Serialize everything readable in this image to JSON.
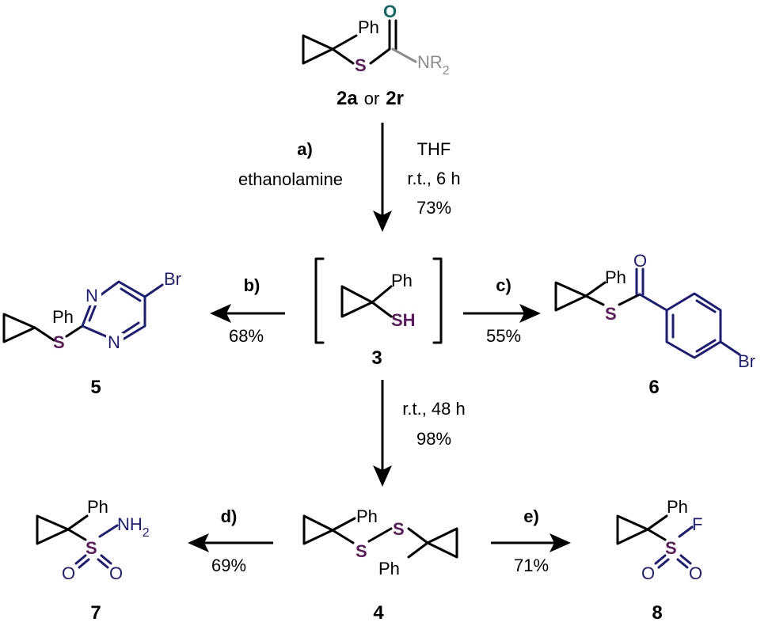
{
  "colors": {
    "sulfur": "#5b1a5c",
    "blue": "#1c1c7a",
    "teal": "#0f6b66",
    "gray": "#8c8c8c",
    "black": "#000000"
  },
  "atoms": {
    "Ph": "Ph",
    "S": "S",
    "SH": "SH",
    "O": "O",
    "N": "N",
    "NR": "NR",
    "sub2": "2",
    "Br": "Br",
    "NH": "NH",
    "F": "F"
  },
  "compounds": {
    "start_a": "2a",
    "start_or": "or",
    "start_r": "2r",
    "c3": "3",
    "c4": "4",
    "c5": "5",
    "c6": "6",
    "c7": "7",
    "c8": "8"
  },
  "steps": {
    "a": {
      "letter": "a)",
      "reagent": "ethanolamine",
      "solvent": "THF",
      "conditions": "r.t., 6 h",
      "yield": "73%"
    },
    "b": {
      "letter": "b)",
      "yield": "68%"
    },
    "c": {
      "letter": "c)",
      "yield": "55%"
    },
    "dimer": {
      "conditions": "r.t., 48 h",
      "yield": "98%"
    },
    "d": {
      "letter": "d)",
      "yield": "69%"
    },
    "e": {
      "letter": "e)",
      "yield": "71%"
    }
  }
}
